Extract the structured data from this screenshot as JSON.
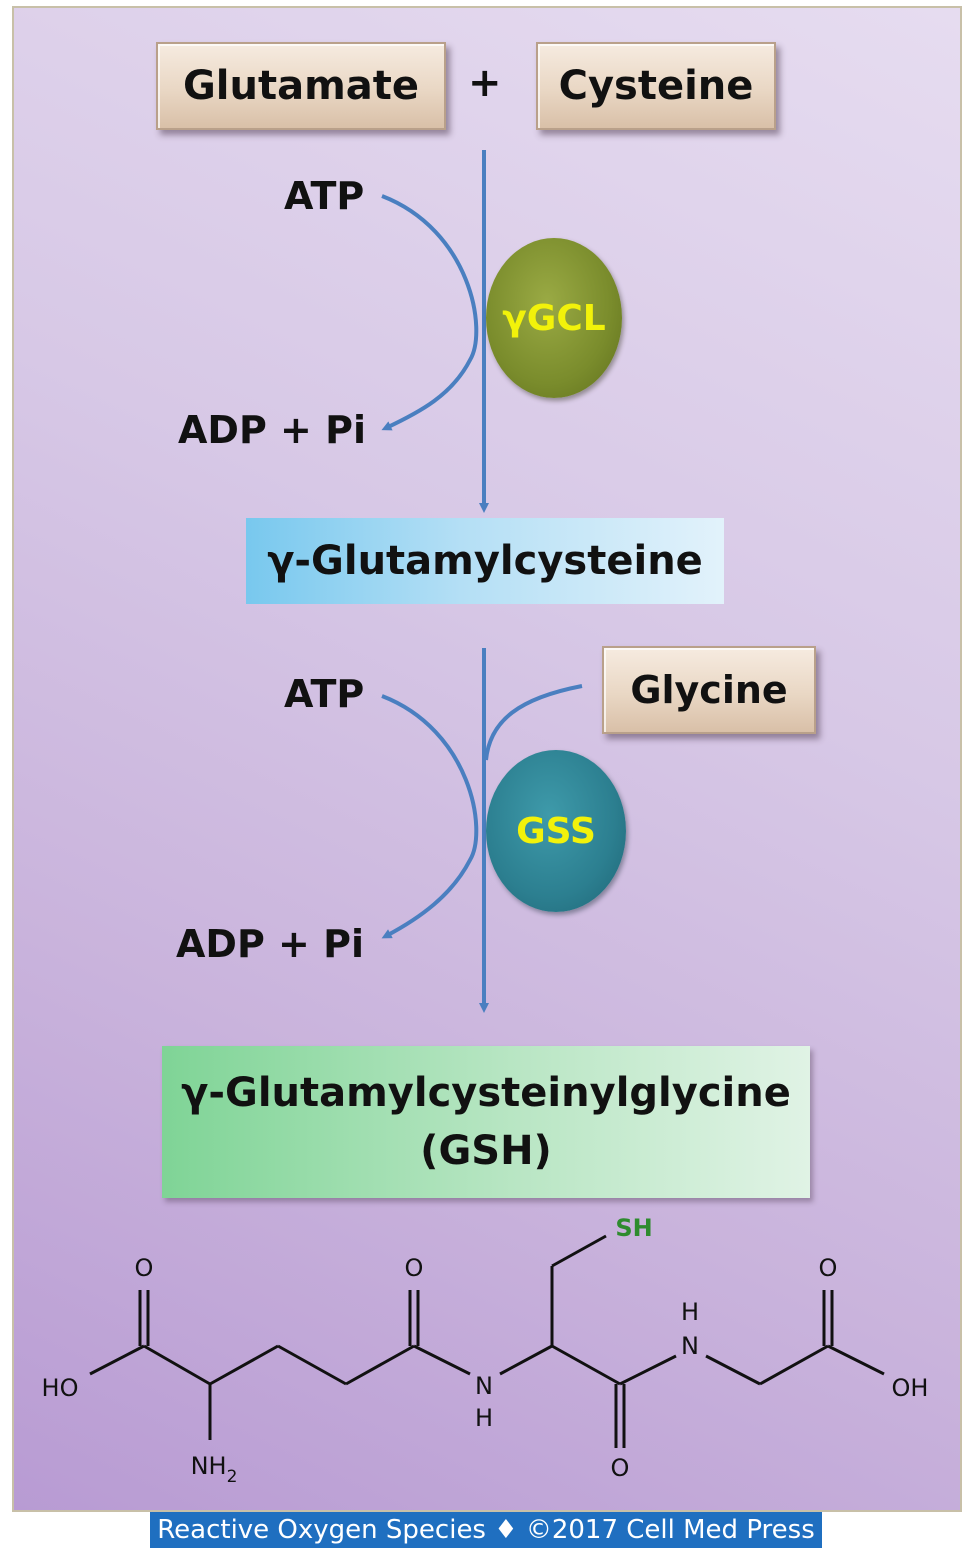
{
  "reactants": {
    "glutamate": "Glutamate",
    "plus": "+",
    "cysteine": "Cysteine"
  },
  "step1": {
    "atp": "ATP",
    "adp": "ADP + Pi",
    "enzyme": "γGCL"
  },
  "intermediate": "γ-Glutamylcysteine",
  "step2": {
    "atp": "ATP",
    "adp": "ADP + Pi",
    "enzyme": "GSS",
    "glycine": "Glycine"
  },
  "product": {
    "name": "γ-Glutamylcysteinylglycine",
    "abbrev": "(GSH)"
  },
  "structure_labels": {
    "o1": "O",
    "ho": "HO",
    "nh2": "NH",
    "nh2_sub": "2",
    "o2": "O",
    "n1": "N",
    "h1": "H",
    "sh": "SH",
    "o3": "O",
    "h2": "H",
    "n2": "N",
    "o4": "O",
    "oh": "OH"
  },
  "colors": {
    "arrow": "#4a7fc0",
    "sh_label": "#2e8b2e",
    "enzyme_text": "#f2f20a"
  },
  "footer": "Reactive Oxygen Species ♦ ©2017 Cell Med Press"
}
